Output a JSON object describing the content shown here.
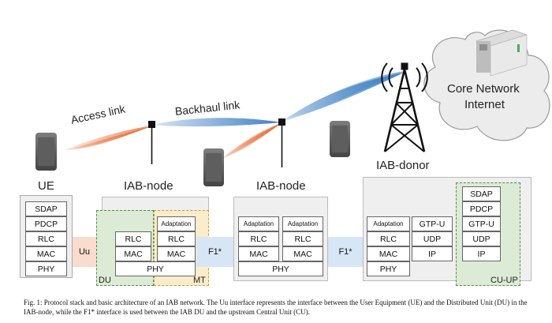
{
  "labels": {
    "access_link": "Access link",
    "backhaul_link": "Backhaul link",
    "core_network": "Core Network",
    "internet": "Internet",
    "ue": "UE",
    "iab_node_1": "IAB-node",
    "iab_node_2": "IAB-node",
    "iab_donor": "IAB-donor"
  },
  "stack": {
    "ue_layers": [
      "SDAP",
      "PDCP",
      "RLC",
      "MAC",
      "PHY"
    ],
    "node1_du_layers": [
      "RLC",
      "MAC"
    ],
    "node1_mt_layers": [
      "Adaptation",
      "RLC",
      "MAC"
    ],
    "node1_phy": "PHY",
    "node2_left_layers": [
      "Adaptation",
      "RLC",
      "MAC"
    ],
    "node2_right_layers": [
      "Adaptation",
      "RLC",
      "MAC"
    ],
    "node2_phy": "PHY",
    "donor_left_layers": [
      "Adaptation",
      "RLC",
      "MAC",
      "PHY"
    ],
    "donor_mid_layers": [
      "GTP-U",
      "UDP",
      "IP"
    ],
    "cu_up_layers": [
      "SDAP",
      "PDCP",
      "GTP-U",
      "UDP",
      "IP"
    ],
    "uu": "Uu",
    "f1_a": "F1*",
    "f1_b": "F1*",
    "du": "DU",
    "mt": "MT",
    "cu_up": "CU-UP"
  },
  "caption": "Fig. 1: Protocol stack and basic architecture of an IAB network. The Uu interface represents the interface between the User Equipment (UE) and the Distributed Unit (DU) in the IAB-node, while the F1* interface is used between the IAB DU and the upstream Central Unit (CU).",
  "colors": {
    "access_beam": "#e8703a",
    "backhaul_beam": "#3d7fc4",
    "du_fill": "#dcebd5",
    "mt_fill": "#fbeccb",
    "uu_fill": "#f9dccd",
    "f1_fill": "#d7e6f5"
  }
}
